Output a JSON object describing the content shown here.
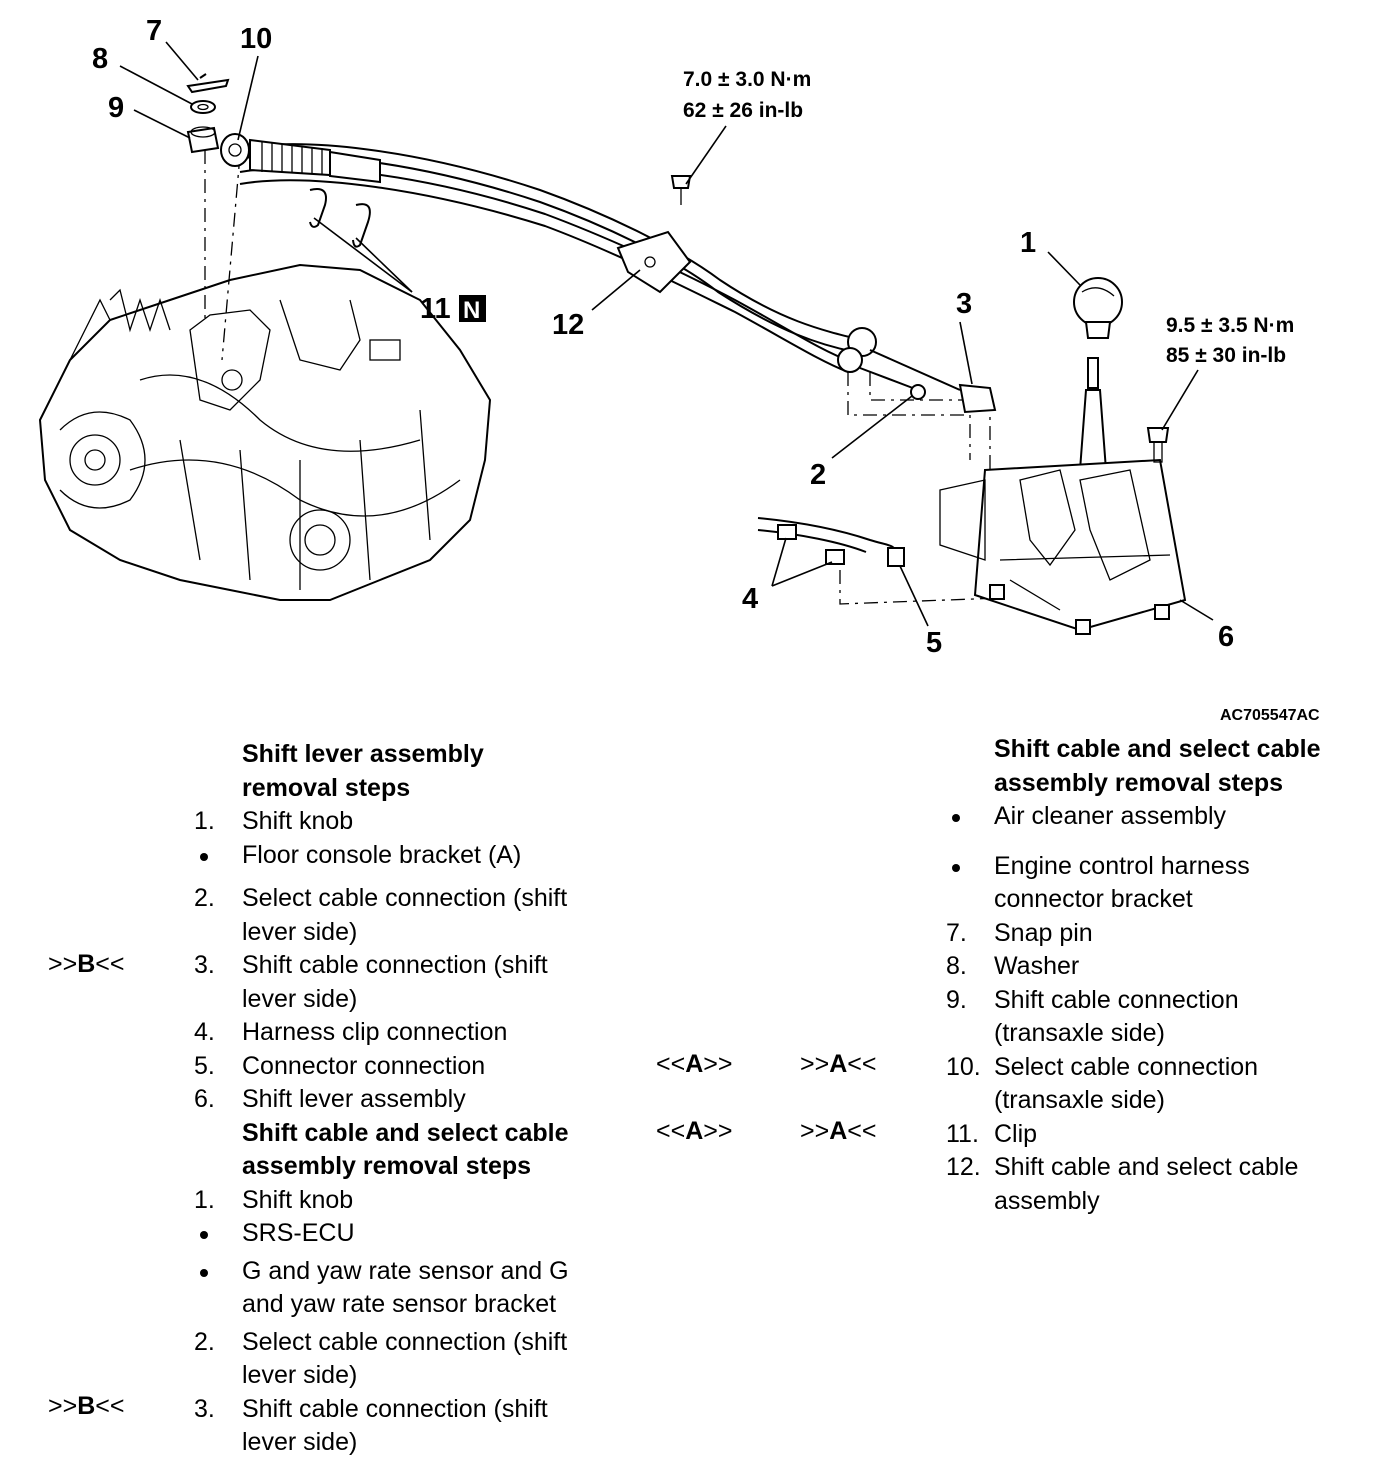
{
  "figure_id": "AC705547AC",
  "callouts": {
    "c1": "1",
    "c2": "2",
    "c3": "3",
    "c4": "4",
    "c5": "5",
    "c6": "6",
    "c7": "7",
    "c8": "8",
    "c9": "9",
    "c10": "10",
    "c11": "11",
    "c11_badge": "N",
    "c12": "12"
  },
  "torque": {
    "cable_bolt": {
      "line1": "7.0 ± 3.0 N·m",
      "line2": "62 ± 26 in-lb"
    },
    "lever_bolt": {
      "line1": "9.5 ± 3.5 N·m",
      "line2": "85 ± 30 in-lb"
    }
  },
  "left_column": {
    "heading1": "Shift lever assembly",
    "heading2": "removal steps",
    "items": [
      {
        "num": "1.",
        "text": "Shift knob"
      },
      {
        "bullet": true,
        "text": "Floor console bracket (A)"
      },
      {
        "num": "2.",
        "text": "Select cable connection (shift"
      },
      {
        "text": "lever side)"
      },
      {
        "num": "3.",
        "text": "Shift cable connection (shift"
      },
      {
        "text": "lever side)"
      },
      {
        "num": "4.",
        "text": "Harness clip connection"
      },
      {
        "num": "5.",
        "text": "Connector connection"
      },
      {
        "num": "6.",
        "text": "Shift lever assembly"
      }
    ],
    "heading3": "Shift cable and select cable",
    "heading4": "assembly removal steps",
    "items2": [
      {
        "num": "1.",
        "text": "Shift knob"
      },
      {
        "bullet": true,
        "text": "SRS-ECU"
      },
      {
        "bullet": true,
        "text": "G and yaw rate sensor and G"
      },
      {
        "text": "and yaw rate sensor bracket"
      },
      {
        "num": "2.",
        "text": "Select cable connection (shift"
      },
      {
        "text": "lever side)"
      },
      {
        "num": "3.",
        "text": "Shift cable connection (shift"
      },
      {
        "text": "lever side)"
      }
    ]
  },
  "right_column": {
    "heading1": "Shift cable and select cable",
    "heading2": "assembly removal steps",
    "items": [
      {
        "bullet": true,
        "text": "Air cleaner assembly"
      },
      {
        "bullet": true,
        "text": "Engine control harness"
      },
      {
        "text": "connector bracket"
      },
      {
        "num": "7.",
        "text": "Snap pin"
      },
      {
        "num": "8.",
        "text": "Washer"
      },
      {
        "num": "9.",
        "text": "Shift cable connection"
      },
      {
        "text": "(transaxle side)"
      },
      {
        "num": "10.",
        "text": "Select cable connection"
      },
      {
        "text": "(transaxle side)"
      },
      {
        "num": "11.",
        "text": "Clip"
      },
      {
        "num": "12.",
        "text": "Shift cable and select cable"
      },
      {
        "text": "assembly"
      }
    ]
  },
  "marks": {
    "b_outer": ">>",
    "b_letter": "B",
    "b_close": "<<",
    "a_open": "<<",
    "a_letter": "A",
    "a_close": ">>",
    "a2_open": ">>",
    "a2_letter": "A",
    "a2_close": "<<"
  }
}
